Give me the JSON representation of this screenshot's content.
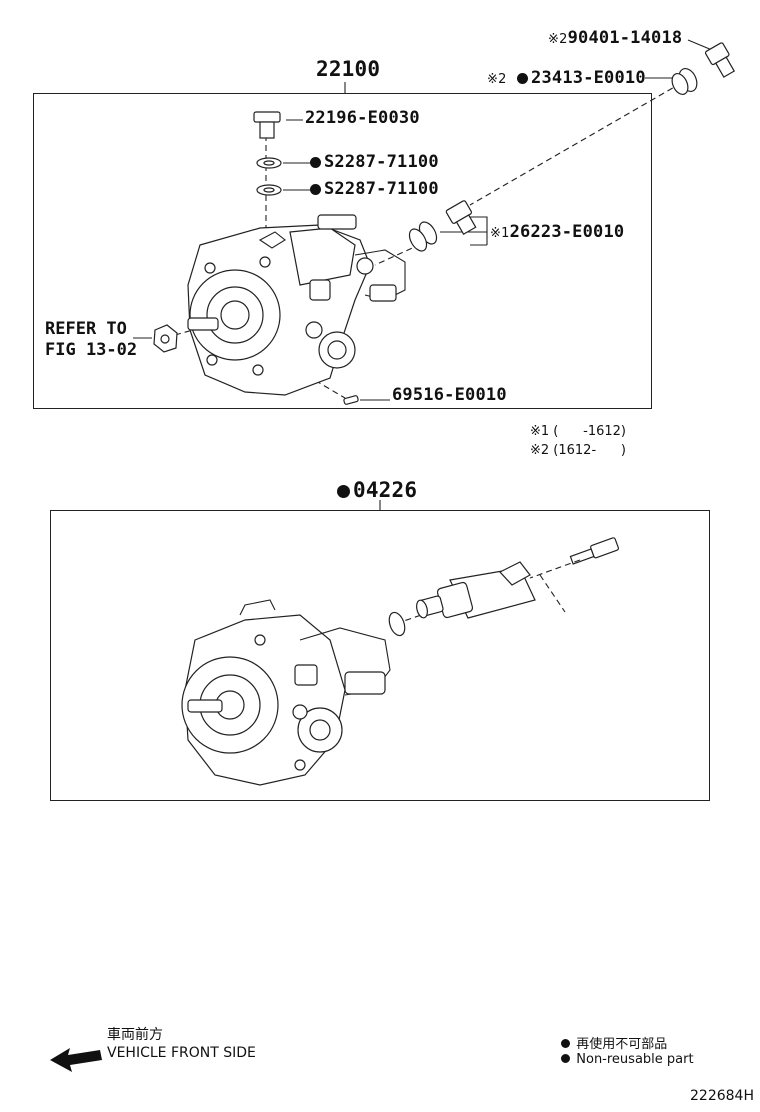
{
  "assembly": {
    "number": "22100"
  },
  "parts": {
    "bolt_top_right": {
      "mark": "※2",
      "number": "90401-14018"
    },
    "gasket_top_right": {
      "mark": "※2",
      "number": "23413-E0010"
    },
    "bolt_pump": {
      "number": "22196-E0030"
    },
    "gasket_1": {
      "number": "S2287-71100"
    },
    "gasket_2": {
      "number": "S2287-71100"
    },
    "union": {
      "mark": "※1",
      "number": "26223-E0010"
    },
    "key": {
      "number": "69516-E0010"
    }
  },
  "refer": {
    "line1": "REFER TO",
    "line2": "FIG 13-02"
  },
  "notes": {
    "n1": "※1 (      -1612)",
    "n2": "※2 (1612-      )"
  },
  "kit": {
    "number": "04226"
  },
  "footer": {
    "direction_jp": "車両前方",
    "direction_en": "VEHICLE FRONT SIDE",
    "legend_jp": "再使用不可部品",
    "legend_en": "Non-reusable part",
    "figure_id": "222684H"
  }
}
